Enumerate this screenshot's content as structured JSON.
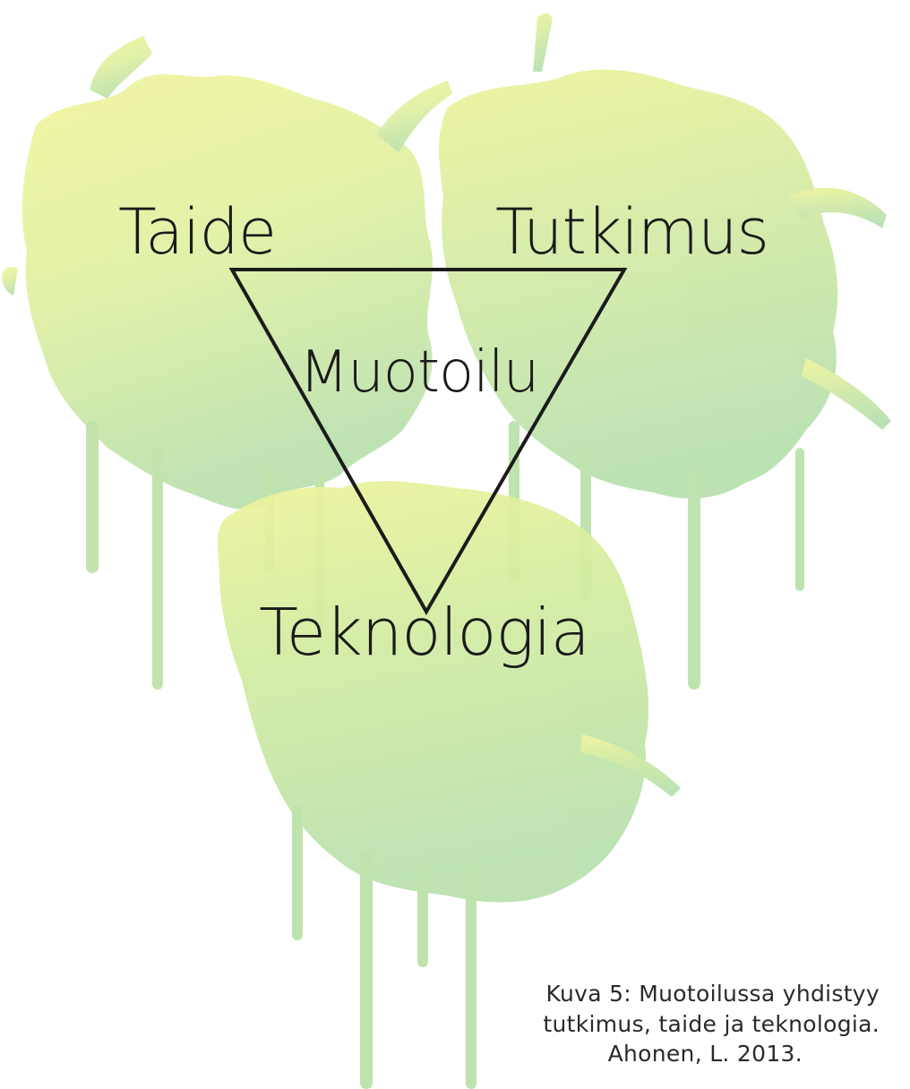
{
  "diagram": {
    "nodes": {
      "art": "Taide",
      "research": "Tutkimus",
      "design": "Muotoilu",
      "technology": "Teknologia"
    },
    "shape": "inverted-triangle",
    "colors": {
      "paint_light": "#eef39a",
      "paint_mid": "#d9ec9f",
      "paint_green": "#b9e0ac",
      "line": "#1b1b1b"
    }
  },
  "caption": {
    "line1": "Kuva 5:  Muotoilussa yhdistyy",
    "line2": "tutkimus, taide ja teknologia.",
    "line3": "Ahonen, L. 2013."
  }
}
